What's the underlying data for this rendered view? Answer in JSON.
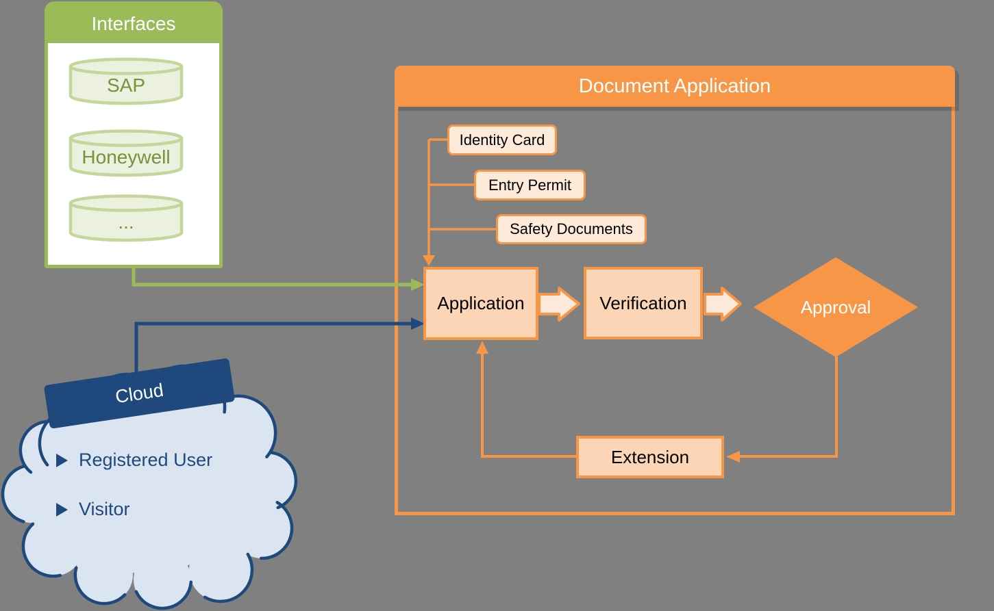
{
  "canvas": {
    "background_color": "#808080"
  },
  "interfaces": {
    "title": "Interfaces",
    "items": [
      "SAP",
      "Honeywell",
      "..."
    ],
    "header_color": "#9BBB59",
    "cylinder_fill": "#EBF1DE",
    "cylinder_border": "#C3D69B",
    "item_text_color": "#76923C"
  },
  "document_application": {
    "title": "Document Application",
    "accent_color": "#F79646",
    "documents": [
      "Identity Card",
      "Entry Permit",
      "Safety Documents"
    ],
    "steps": {
      "application": "Application",
      "verification": "Verification",
      "approval": "Approval",
      "extension": "Extension"
    },
    "process_fill": "#FBD5B5",
    "document_fill": "#FDEAD9"
  },
  "cloud": {
    "title": "Cloud",
    "items": [
      "Registered User",
      "Visitor"
    ],
    "fill": "#DBE5F1",
    "accent_color": "#1F497D"
  },
  "connectors": {
    "interfaces_to_application_color": "#9BBB59",
    "cloud_to_application_color": "#1F497D",
    "flow_color": "#F79646"
  }
}
